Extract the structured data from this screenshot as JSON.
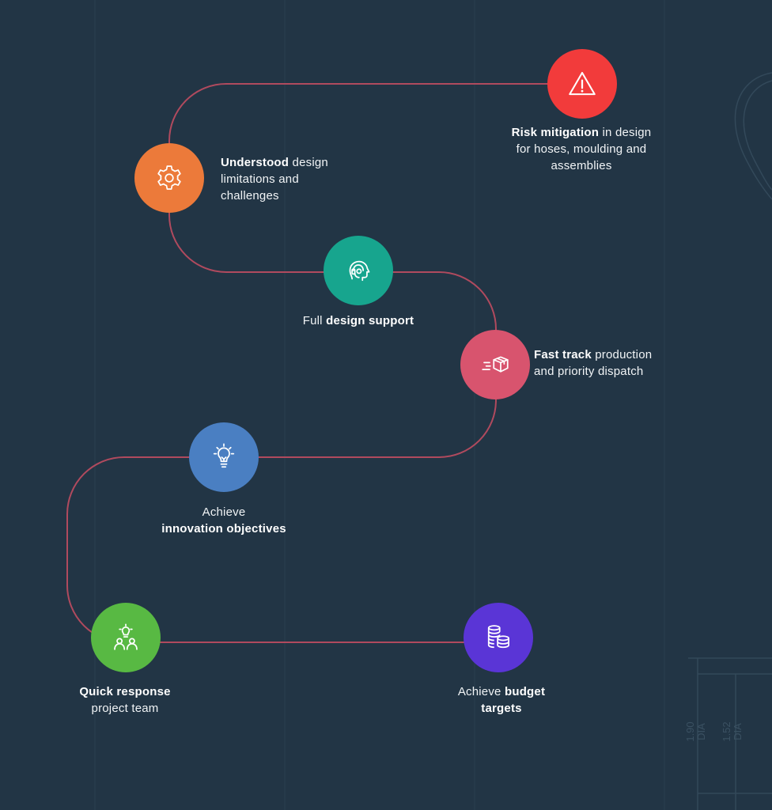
{
  "colors": {
    "background": "#223545",
    "path": "#b04a5e",
    "risk": "#f23b3b",
    "understood": "#ec7a3a",
    "support": "#17a58e",
    "fasttrack": "#d8546e",
    "innovation": "#4a7fc2",
    "quick": "#58b943",
    "budget": "#5a35d6"
  },
  "steps": [
    {
      "id": "risk",
      "icon": "warning-icon",
      "bold": "Risk mitigation",
      "rest1": " in design",
      "line2": "for hoses, moulding and",
      "line3": "assemblies"
    },
    {
      "id": "understood",
      "icon": "gear-icon",
      "bold": "Understood",
      "rest1": " design",
      "line2": "limitations and",
      "line3": "challenges"
    },
    {
      "id": "support",
      "icon": "headset-head-icon",
      "pre": "Full ",
      "bold": "design support"
    },
    {
      "id": "fasttrack",
      "icon": "fast-box-icon",
      "bold": "Fast track",
      "rest1": " production",
      "line2": "and priority dispatch"
    },
    {
      "id": "innovation",
      "icon": "lightbulb-icon",
      "line1": "Achieve",
      "bold": "innovation objectives"
    },
    {
      "id": "quick",
      "icon": "team-idea-icon",
      "bold": "Quick response",
      "line2": "project team"
    },
    {
      "id": "budget",
      "icon": "coins-icon",
      "pre": "Achieve ",
      "bold": "budget",
      "bold2": "targets"
    }
  ],
  "background_drawing": {
    "dim1_a": "1.90",
    "dim1_b": "DIA",
    "dim2_a": "1.52",
    "dim2_b": "DIA"
  }
}
